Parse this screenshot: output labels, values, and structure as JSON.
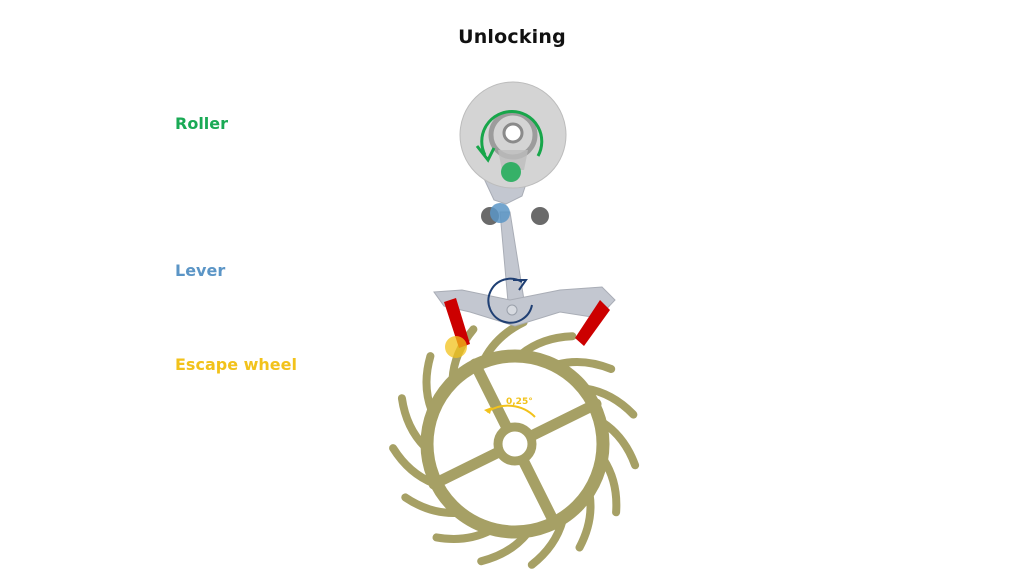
{
  "title": "Unlocking",
  "labels": {
    "roller": "Roller",
    "lever": "Lever",
    "escape_wheel": "Escape wheel"
  },
  "angle_annotation": "0,25°",
  "colors": {
    "roller": "#1aaa55",
    "lever": "#5b95c6",
    "escape_wheel": "#f2c21b",
    "wheel_body": "#a6a065",
    "lever_body": "#c3c7d0",
    "pallet_stone": "#cc0000",
    "rotation_arrow_roller": "#17a64a",
    "rotation_arrow_lever": "#1f3f73",
    "title": "#111111"
  },
  "icons": {
    "roller_arrow": "clockwise-rotation-arrow",
    "lever_arrow": "clockwise-rotation-arrow"
  }
}
